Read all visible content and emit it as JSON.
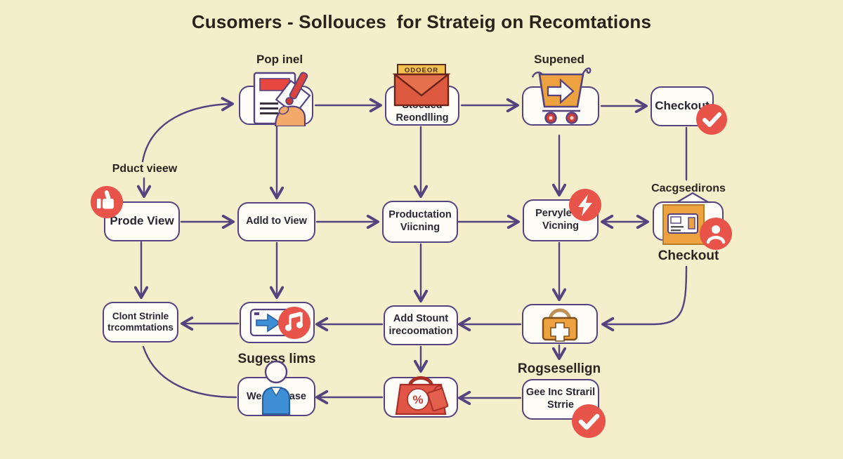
{
  "title": "Cusomers - Sollouces  for Strateig on Recomtations",
  "colors": {
    "background": "#f5eecb",
    "node_border": "#54437e",
    "connector": "#54437e",
    "badge_red": "#e8544a",
    "cart_orange": "#eda23f",
    "envelope_red": "#dd5a41",
    "envelope_yellow": "#f2c04d",
    "doc_red": "#e8473f",
    "blue": "#3f8fd6",
    "bag_red": "#e05545"
  },
  "labels": {
    "pop_inel": "Pop inel",
    "supened": "Supened",
    "pduct_vieew": "Pduct vieew",
    "cacgsedirons": "Cacgsedirons",
    "checkout_under": "Checkout",
    "sugess_lims": "Sugess lims",
    "rogsesellign": "Rogsesellign",
    "envelope_word": "ODOEOR"
  },
  "nodes": {
    "stoeded": "Stoeded\nReondlling",
    "checkout_top": "Checkout",
    "prode_view": "Prode View",
    "adld_to_view": "Adld to View",
    "productation": "Productation\nViicning",
    "pervyle": "Pervyle se\nVicning",
    "clont": "Clont Strinle\ntrcommtations",
    "add_stount": "Add Stount\nirecoomation",
    "gee": "Gee Inc Straril\nStrrie",
    "wed_left": "Wed",
    "wed_right": "ftase",
    "discount_percent": "%"
  },
  "icons": [
    "document-pencil-hand-icon",
    "envelope-icon",
    "shopping-cart-arrow-icon",
    "checkmark-badge-icon",
    "thumbs-up-badge-icon",
    "lightning-badge-icon",
    "browser-card-icon",
    "person-badge-icon",
    "browser-arrow-icon",
    "music-note-badge-icon",
    "padlock-plus-icon",
    "person-icon",
    "discount-bag-icon"
  ]
}
